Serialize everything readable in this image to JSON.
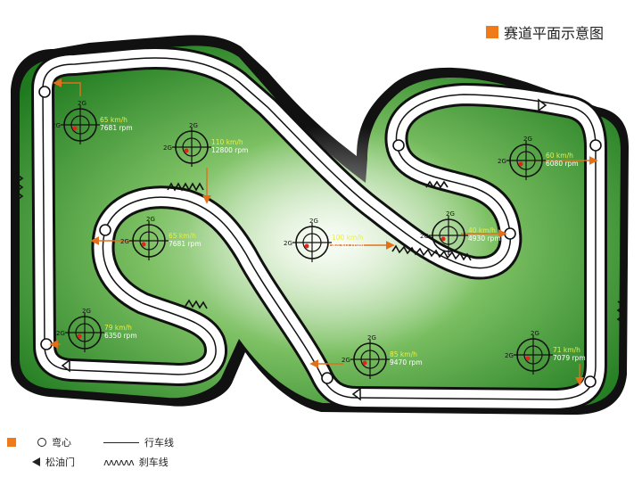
{
  "header": {
    "title": "赛道平面示意图",
    "accent_color": "#f07a1a"
  },
  "legend": {
    "apex": "弯心",
    "racing_line": "行车线",
    "throttle_off": "松油门",
    "braking_line": "刹车线"
  },
  "corners": [
    {
      "g": "2G",
      "speed": "65 km/h",
      "rpm": "7681 rpm"
    },
    {
      "g": "2G",
      "speed": "110 km/h",
      "rpm": "12800 rpm"
    },
    {
      "g": "2G",
      "speed": "65 km/h",
      "rpm": "7681 rpm"
    },
    {
      "g": "2G",
      "speed": "100 km/h",
      "rpm": "8430 rpm"
    },
    {
      "g": "2G",
      "speed": "60 km/h",
      "rpm": "6080 rpm"
    },
    {
      "g": "2G",
      "speed": "40 km/h",
      "rpm": "4930 rpm"
    },
    {
      "g": "2G",
      "speed": "79 km/h",
      "rpm": "6350 rpm"
    },
    {
      "g": "2G",
      "speed": "85 km/h",
      "rpm": "9470 rpm"
    },
    {
      "g": "2G",
      "speed": "71 km/h",
      "rpm": "7079 rpm"
    }
  ],
  "colors": {
    "grass": "#2f8a2a",
    "grass_light": "#e6f5dd",
    "track": "#ffffff",
    "outline": "#111111",
    "arrow": "#e2701a",
    "speed_text": "#e8f04a"
  }
}
